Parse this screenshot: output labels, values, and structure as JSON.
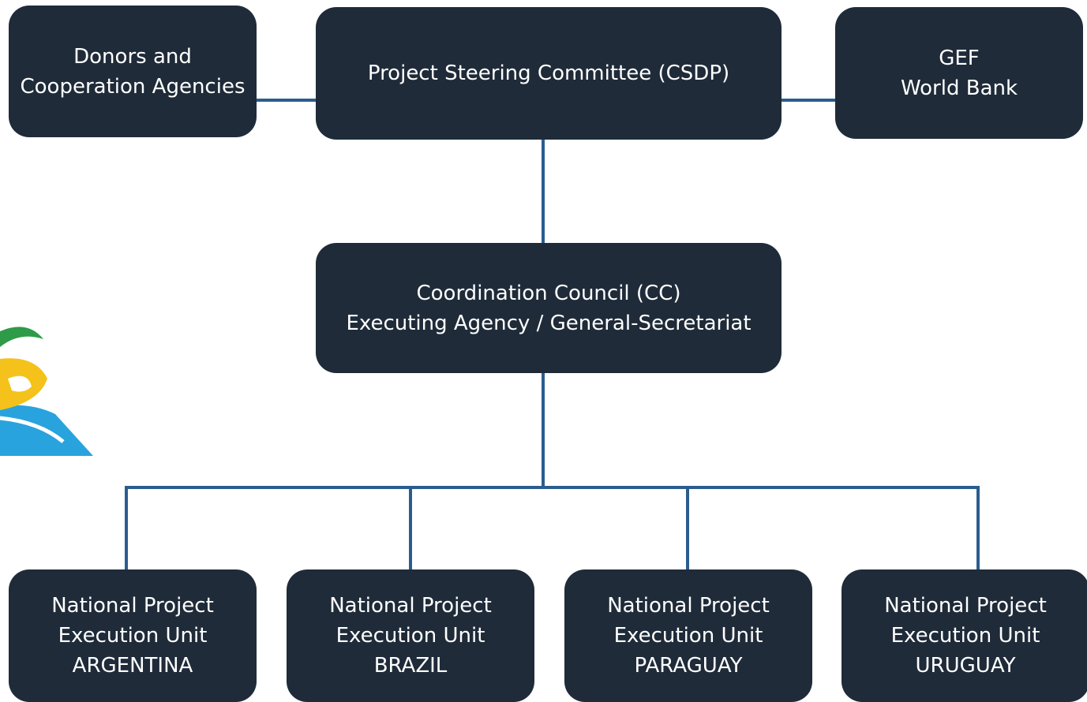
{
  "nodes": {
    "donors": {
      "line1": "Donors and",
      "line2": "Cooperation Agencies"
    },
    "steering": {
      "line1": "Project Steering Committee (CSDP)"
    },
    "funders": {
      "line1": "GEF",
      "line2": "World Bank"
    },
    "council": {
      "line1": "Coordination Council (CC)",
      "line2": "Executing Agency / General-Secretariat"
    },
    "units": [
      {
        "line1": "National Project",
        "line2": "Execution Unit",
        "line3": "ARGENTINA"
      },
      {
        "line1": "National Project",
        "line2": "Execution Unit",
        "line3": "BRAZIL"
      },
      {
        "line1": "National Project",
        "line2": "Execution Unit",
        "line3": "PARAGUAY"
      },
      {
        "line1": "National Project",
        "line2": "Execution Unit",
        "line3": "URUGUAY"
      }
    ]
  },
  "colors": {
    "box": "#1f2b39",
    "connector": "#2a5d8f",
    "text": "#ffffff"
  }
}
